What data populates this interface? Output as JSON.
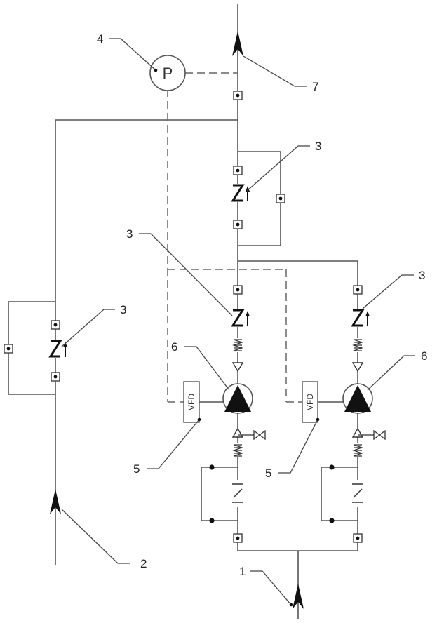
{
  "callouts": {
    "inlet_main": "1",
    "inlet_bypass": "2",
    "check_valve": "3",
    "pressure_sensor": "4",
    "vfd": "5",
    "pump": "6",
    "outlet": "7"
  },
  "symbols": {
    "pressure_letter": "P",
    "vfd_letters": "VFD"
  },
  "colors": {
    "line": "#555555",
    "signal": "#666666",
    "ink": "#111111"
  }
}
